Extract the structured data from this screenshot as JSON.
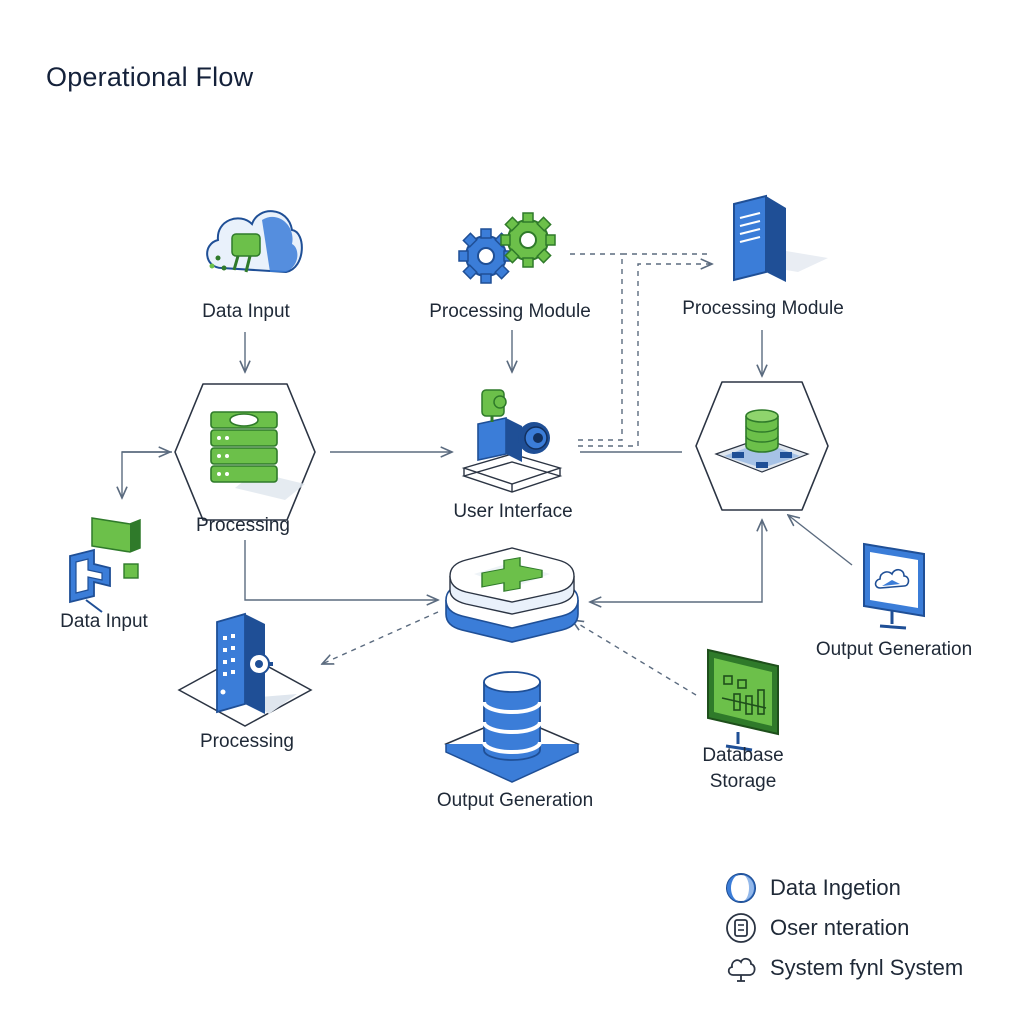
{
  "title": "Operational Flow",
  "colors": {
    "blue": "#3b7dd8",
    "blue_dark": "#1f4f96",
    "green": "#6cc04a",
    "green_dark": "#2f7a2a",
    "line": "#5b6b7f"
  },
  "nodes": [
    {
      "id": "data-input-top",
      "label": "Data Input",
      "icon": "cloud-plug-icon"
    },
    {
      "id": "processing-module-gears",
      "label": "Processing Module",
      "icon": "gears-icon"
    },
    {
      "id": "processing-module-server",
      "label": "Processing Module",
      "icon": "server-tower-icon"
    },
    {
      "id": "processing-hub",
      "label": "Processing",
      "icon": "server-stack-icon"
    },
    {
      "id": "user-interface",
      "label": "User Interface",
      "icon": "camera-device-icon"
    },
    {
      "id": "database-hub",
      "label": "",
      "icon": "database-platform-icon"
    },
    {
      "id": "data-input-left",
      "label": "Data Input",
      "icon": "connector-icon"
    },
    {
      "id": "central-hub",
      "label": "",
      "icon": "stacked-layers-icon"
    },
    {
      "id": "output-generation-monitor",
      "label": "Output Generation",
      "icon": "monitor-cloud-icon"
    },
    {
      "id": "processing-bottom",
      "label": "Processing",
      "icon": "server-gear-icon"
    },
    {
      "id": "output-generation-db",
      "label": "Output Generation",
      "icon": "database-cylinder-icon"
    },
    {
      "id": "database-storage",
      "label": "Database\nStorage",
      "icon": "monitor-chart-icon"
    }
  ],
  "database_storage": {
    "line1": "Database",
    "line2": "Storage"
  },
  "legend": [
    {
      "label": "Data Ingetion",
      "icon": "half-circle-icon"
    },
    {
      "label": "Oser nteration",
      "icon": "document-circle-icon"
    },
    {
      "label": "System fynl System",
      "icon": "cloud-outline-icon"
    }
  ]
}
